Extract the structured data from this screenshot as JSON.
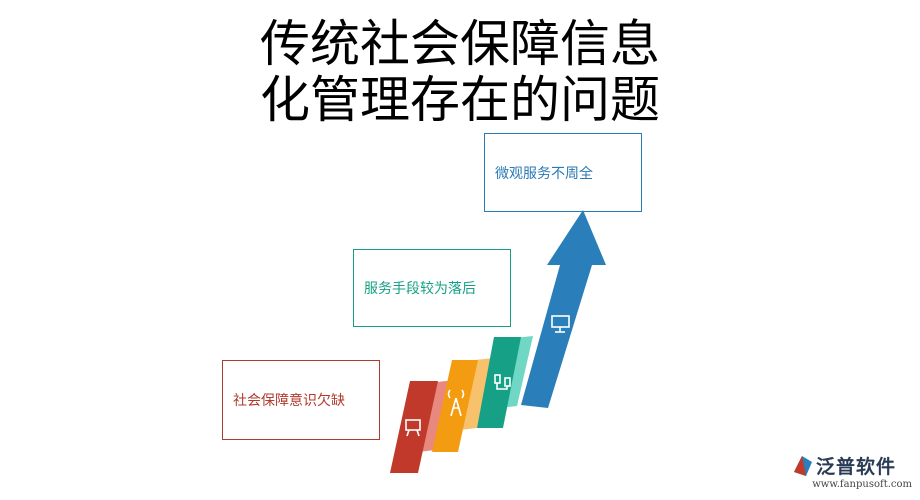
{
  "title": {
    "line1": "传统社会保障信息",
    "line2": "化管理存在的问题"
  },
  "steps": [
    {
      "label": "社会保障意识欠缺",
      "color": "#c0392b"
    },
    {
      "label": "服务手段较为落后",
      "color": "#17a085"
    },
    {
      "label": "微观服务不周全",
      "color": "#2a7ab4"
    }
  ],
  "arrow_colors": [
    "#c0392b",
    "#f39c12",
    "#16a085",
    "#2a7fba"
  ],
  "icons": [
    "presentation-icon",
    "tower-icon",
    "plug-icon",
    "monitor-icon"
  ],
  "logo": {
    "name": "泛普软件",
    "url": "www.fanpusoft.com"
  }
}
